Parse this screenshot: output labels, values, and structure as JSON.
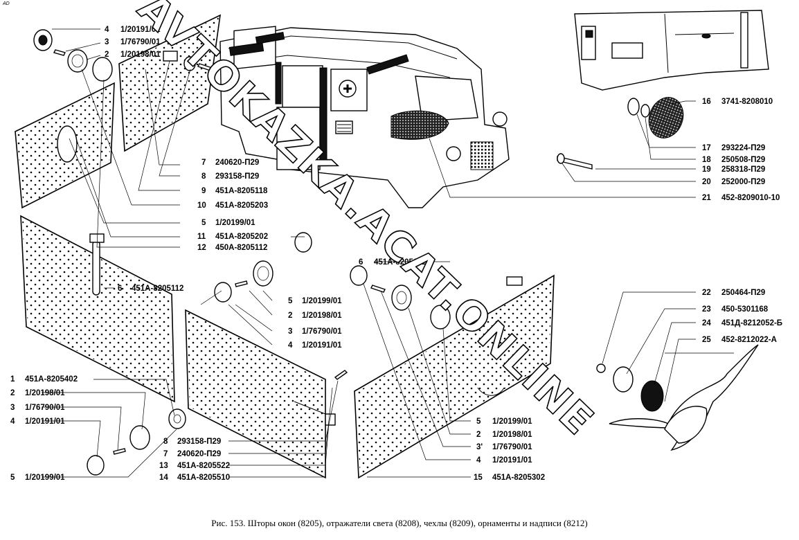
{
  "corner_mark": "AD",
  "caption": "Рис. 153. Шторы окон (8205), отражатели света (8208), чехлы (8209), орнаменты и надписи (8212)",
  "watermark": "AVTOKAZKA.ACAT.ONLINE",
  "labels": {
    "tl4": {
      "num": "4",
      "code": "1/20191/01"
    },
    "tl3": {
      "num": "3",
      "code": "1/76790/01"
    },
    "tl2": {
      "num": "2",
      "code": "1/20198/01"
    },
    "m7": {
      "num": "7",
      "code": "240620-П29"
    },
    "m8": {
      "num": "8",
      "code": "293158-П29"
    },
    "m9": {
      "num": "9",
      "code": "451А-8205118"
    },
    "m10": {
      "num": "10",
      "code": "451А-8205203"
    },
    "m5": {
      "num": "5",
      "code": "1/20199/01"
    },
    "m11": {
      "num": "11",
      "code": "451А-8205202"
    },
    "m12": {
      "num": "12",
      "code": "450А-8205112"
    },
    "l6": {
      "num": "6",
      "code": "451А-8205112"
    },
    "c5": {
      "num": "5",
      "code": "1/20199/01"
    },
    "c2": {
      "num": "2",
      "code": "1/20198/01"
    },
    "c3": {
      "num": "3",
      "code": "1/76790/01"
    },
    "c4": {
      "num": "4",
      "code": "1/20191/01"
    },
    "bl1": {
      "num": "1",
      "code": "451А-8205402"
    },
    "bl2": {
      "num": "2",
      "code": "1/20198/01"
    },
    "bl3": {
      "num": "3",
      "code": "1/76790/01"
    },
    "bl4": {
      "num": "4",
      "code": "1/20191/01"
    },
    "bl5": {
      "num": "5",
      "code": "1/20199/01"
    },
    "b8": {
      "num": "8",
      "code": "293158-П29"
    },
    "b7": {
      "num": "7",
      "code": "240620-П29"
    },
    "b13": {
      "num": "13",
      "code": "451А-8205522"
    },
    "b14": {
      "num": "14",
      "code": "451А-8205510"
    },
    "r6": {
      "num": "6",
      "code": "451А-8205112"
    },
    "r5": {
      "num": "5",
      "code": "1/20199/01"
    },
    "r2": {
      "num": "2",
      "code": "1/20198/01"
    },
    "r3": {
      "num": "3'",
      "code": "1/76790/01"
    },
    "r4": {
      "num": "4",
      "code": "1/20191/01"
    },
    "b15": {
      "num": "15",
      "code": "451А-8205302"
    },
    "t16": {
      "num": "16",
      "code": "3741-8208010"
    },
    "t17": {
      "num": "17",
      "code": "293224-П29"
    },
    "t18": {
      "num": "18",
      "code": "250508-П29"
    },
    "t19": {
      "num": "19",
      "code": "258318-П29"
    },
    "t20": {
      "num": "20",
      "code": "252000-П29"
    },
    "t21": {
      "num": "21",
      "code": "452-8209010-10"
    },
    "t22": {
      "num": "22",
      "code": "250464-П29"
    },
    "t23": {
      "num": "23",
      "code": "450-5301168"
    },
    "t24": {
      "num": "24",
      "code": "451Д-8212052-Б"
    },
    "t25": {
      "num": "25",
      "code": "452-8212022-А"
    }
  }
}
